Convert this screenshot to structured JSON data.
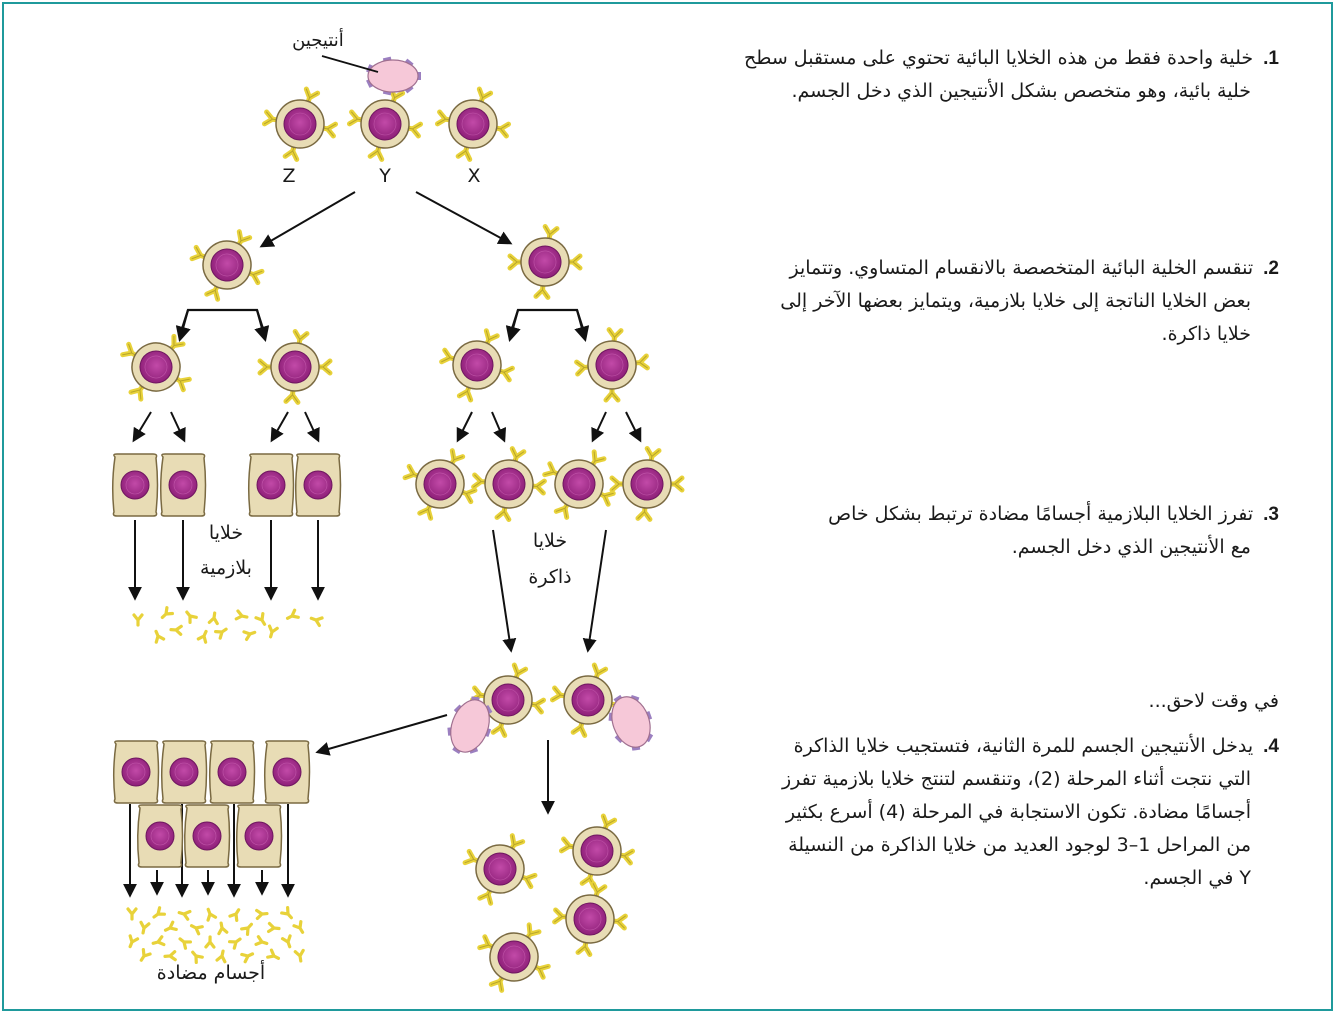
{
  "diagram": {
    "antigen_label": "أنتيجين",
    "cell_labels": {
      "z": "Z",
      "y": "Y",
      "x": "X"
    },
    "plasma_cells_label": [
      "خلايا",
      "بلازمية"
    ],
    "memory_cells_label": [
      "خلايا",
      "ذاكرة"
    ],
    "antibodies_label": "أجسام مضادة"
  },
  "steps": [
    {
      "number": "1.",
      "lines": [
        "خلية واحدة فقط من هذه الخلايا البائية تحتوي على مستقبل سطح",
        "خلية بائية، وهو متخصص بشكل الأنتيجين الذي دخل الجسم."
      ]
    },
    {
      "number": "2.",
      "lines": [
        "تنقسم الخلية البائية المتخصصة بالانقسام المتساوي. وتتمايز",
        "بعض الخلايا الناتجة إلى خلايا بلازمية، ويتمايز بعضها الآخر إلى",
        "خلايا ذاكرة."
      ]
    },
    {
      "number": "3.",
      "lines": [
        "تفرز الخلايا البلازمية أجسامًا مضادة ترتبط بشكل خاص",
        "مع الأنتيجين الذي دخل الجسم."
      ]
    },
    {
      "number": "4.",
      "lines": [
        "يدخل الأنتيجين الجسم للمرة الثانية، فتستجيب خلايا الذاكرة",
        "التي نتجت أثناء المرحلة (2)، وتنقسم لتنتج خلايا بلازمية تفرز",
        "أجسامًا مضادة. تكون الاستجابة في المرحلة (4) أسرع بكثير",
        "من المراحل 1–3 لوجود العديد من خلايا الذاكرة من النسيلة",
        "Y في الجسم."
      ]
    }
  ],
  "later_text": "في وقت لاحق...",
  "colors": {
    "border": "#1f9a9c",
    "cell_body": "#e8dcb5",
    "cell_outline": "#7a6a42",
    "nucleus": "#a52a8a",
    "receptor": "#e8d23a",
    "antigen": "#f6c8d8",
    "antigen_spike": "#9b7fc0"
  }
}
